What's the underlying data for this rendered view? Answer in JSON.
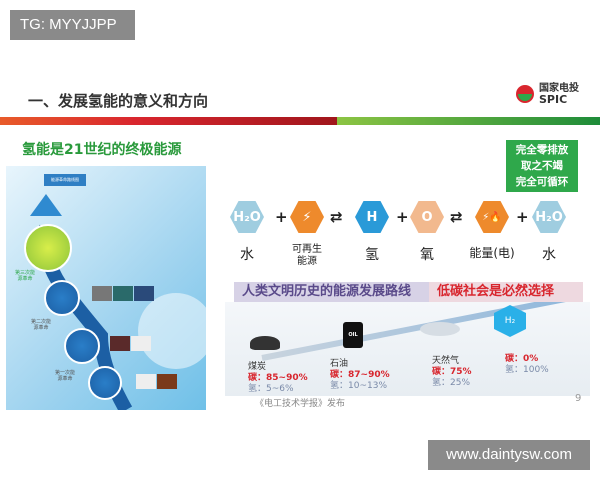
{
  "watermark_top": "TG: MYYJJPP",
  "watermark_bottom": "www.daintysw.com",
  "title": "一、发展氢能的意义和方向",
  "logo": {
    "cn": "国家电投",
    "en": "SPIC"
  },
  "subtitle": "氢能是21世纪的终极能源",
  "green_box": [
    "完全零排放",
    "取之不竭",
    "完全可循环"
  ],
  "roadmap": {
    "header": "能源革命路线图",
    "revolutions": [
      "第三次能源革命",
      "第二次能源革命",
      "第一次能源革命"
    ]
  },
  "equation": {
    "items": [
      {
        "glyph": "H₂O",
        "label": "水",
        "color": "#9fcde0"
      },
      {
        "glyph": "⚡",
        "label": "可再生能源",
        "color": "#ee8a2c"
      },
      {
        "glyph": "H",
        "label": "氢",
        "color": "#2a9ad8"
      },
      {
        "glyph": "O",
        "label": "氧",
        "color": "#f2b98e"
      },
      {
        "glyph": "⚡🔥",
        "label": "能量(电)",
        "color": "#ee8a2c"
      },
      {
        "glyph": "H₂O",
        "label": "水",
        "color": "#9fcde0"
      }
    ],
    "ops": [
      "+",
      "⇄",
      "+",
      "⇄",
      "+"
    ]
  },
  "banner": {
    "left": "人类文明历史的能源发展路线",
    "right": "低碳社会是必然选择"
  },
  "stages": [
    {
      "name": "煤炭",
      "carbon": "碳：85~90%",
      "hydrogen": "氢：5~6%"
    },
    {
      "name": "石油",
      "carbon": "碳：87~90%",
      "hydrogen": "氢：10~13%",
      "icon_text": "OIL"
    },
    {
      "name": "天然气",
      "carbon": "碳：75%",
      "hydrogen": "氢：25%"
    },
    {
      "name": "",
      "carbon": "碳：0%",
      "hydrogen": "氢：100%",
      "icon_text": "H₂"
    }
  ],
  "footer": "《电工技术学报》发布",
  "page_number": "9"
}
